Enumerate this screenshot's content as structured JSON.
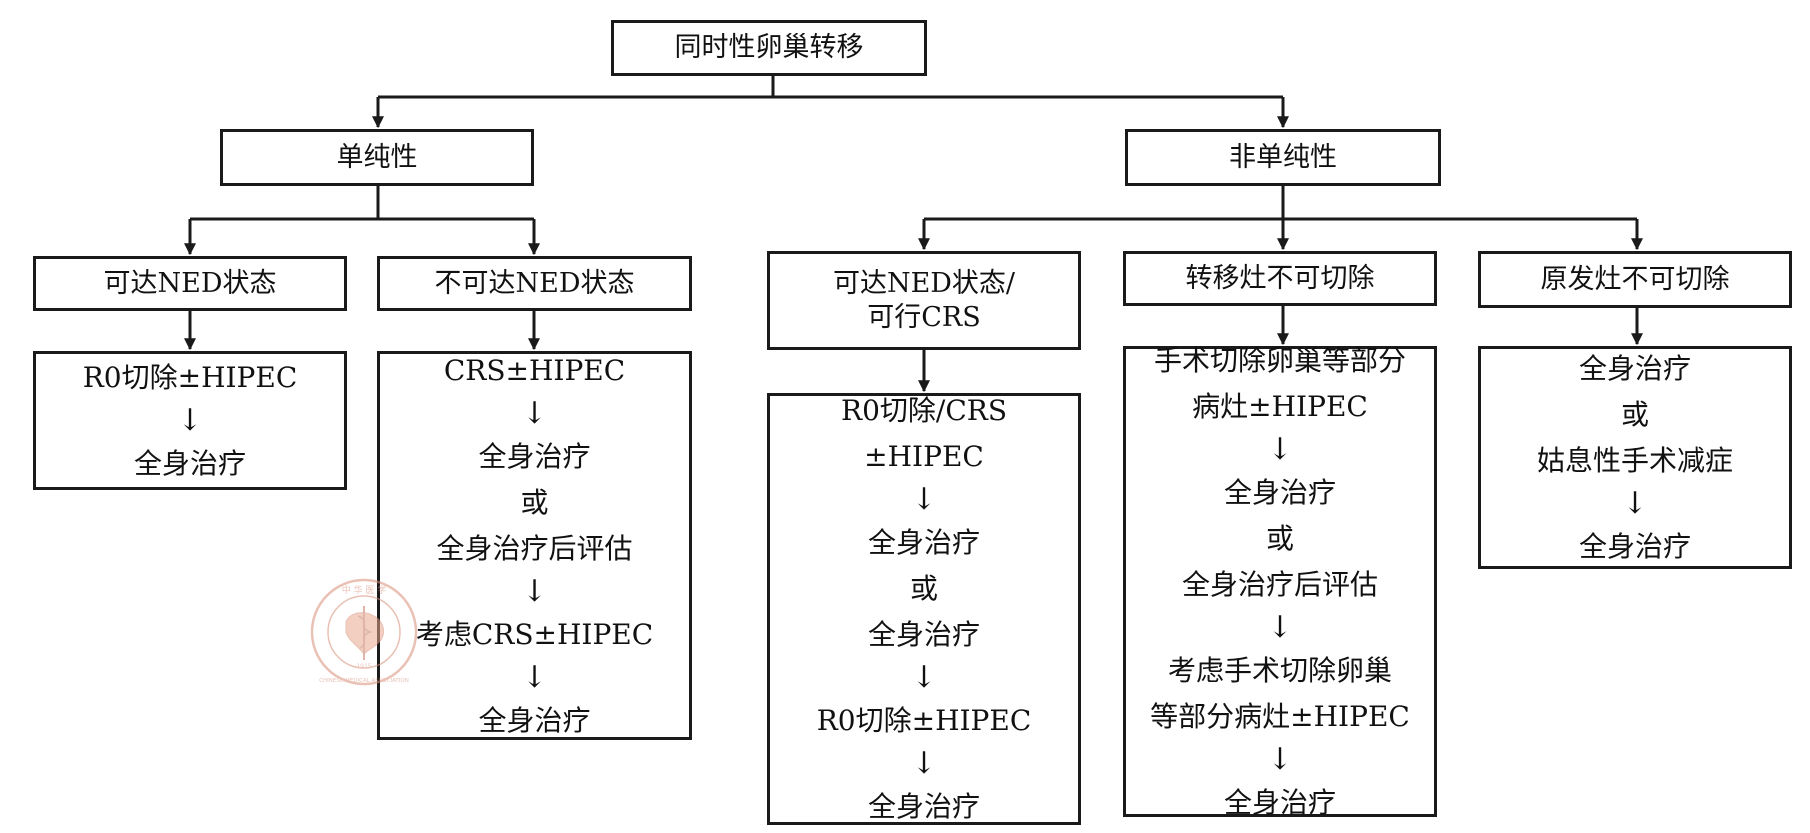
{
  "root": "同时性卵巢转移",
  "simple": {
    "label": "单纯性",
    "ned": {
      "label": "可达NED状态",
      "steps": [
        "R0切除±HIPEC",
        "全身治疗"
      ]
    },
    "non_ned": {
      "label": "不可达NED状态",
      "steps": [
        "CRS±HIPEC",
        "全身治疗",
        "或",
        "全身治疗后评估",
        "考虑CRS±HIPEC",
        "全身治疗"
      ]
    }
  },
  "complex": {
    "label": "非单纯性",
    "ned_crs": {
      "label_line1": "可达NED状态/",
      "label_line2": "可行CRS",
      "steps": [
        "R0切除/CRS",
        "±HIPEC",
        "全身治疗",
        "或",
        "全身治疗",
        "R0切除±HIPEC",
        "全身治疗"
      ]
    },
    "metastasis_unresectable": {
      "label": "转移灶不可切除",
      "steps": [
        "手术切除卵巢等部分",
        "病灶±HIPEC",
        "全身治疗",
        "或",
        "全身治疗后评估",
        "考虑手术切除卵巢",
        "等部分病灶±HIPEC",
        "全身治疗"
      ]
    },
    "primary_unresectable": {
      "label": "原发灶不可切除",
      "steps": [
        "全身治疗",
        "或",
        "姑息性手术减症",
        "全身治疗"
      ]
    }
  },
  "seal": {
    "top_text": "中 华 医 学",
    "bottom_text": "CHINESE MEDICAL ASSOCIATION",
    "year": "1915"
  },
  "colors": {
    "line": "#1a1a1a",
    "seal": "#d9907a"
  }
}
